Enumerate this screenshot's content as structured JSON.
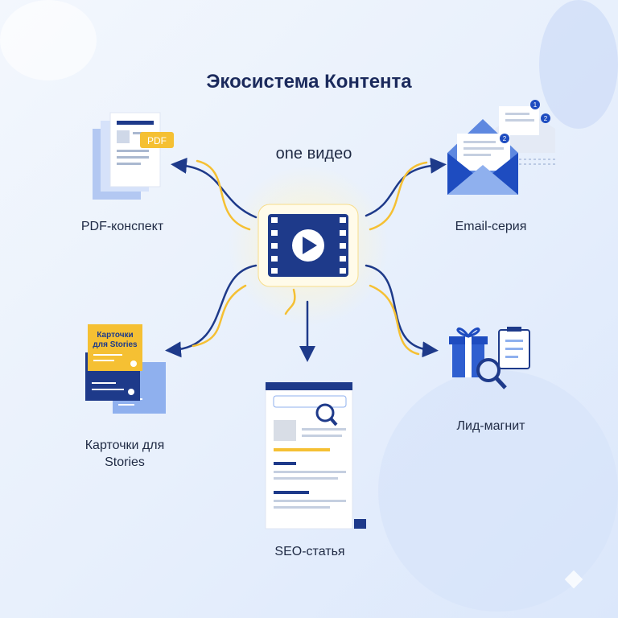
{
  "title": "Экосистема Контента",
  "center": {
    "label": "one видео",
    "icon": "play-film-icon"
  },
  "outputs": {
    "pdf": {
      "label": "PDF-конспект",
      "badge": "PDF"
    },
    "email": {
      "label": "Email-серия",
      "badges": [
        "1",
        "2",
        "2"
      ]
    },
    "stories": {
      "label_line1": "Карточки для",
      "label_line2": "Stories",
      "card_title_line1": "Карточки",
      "card_title_line2": "для Stories"
    },
    "seo": {
      "label": "SEO-статья"
    },
    "lead": {
      "label": "Лид-магнит"
    }
  },
  "colors": {
    "navy": "#1e3a8a",
    "accent": "#f5c033",
    "blue": "#3b6fd8",
    "light_blue": "#8fb0ee"
  }
}
